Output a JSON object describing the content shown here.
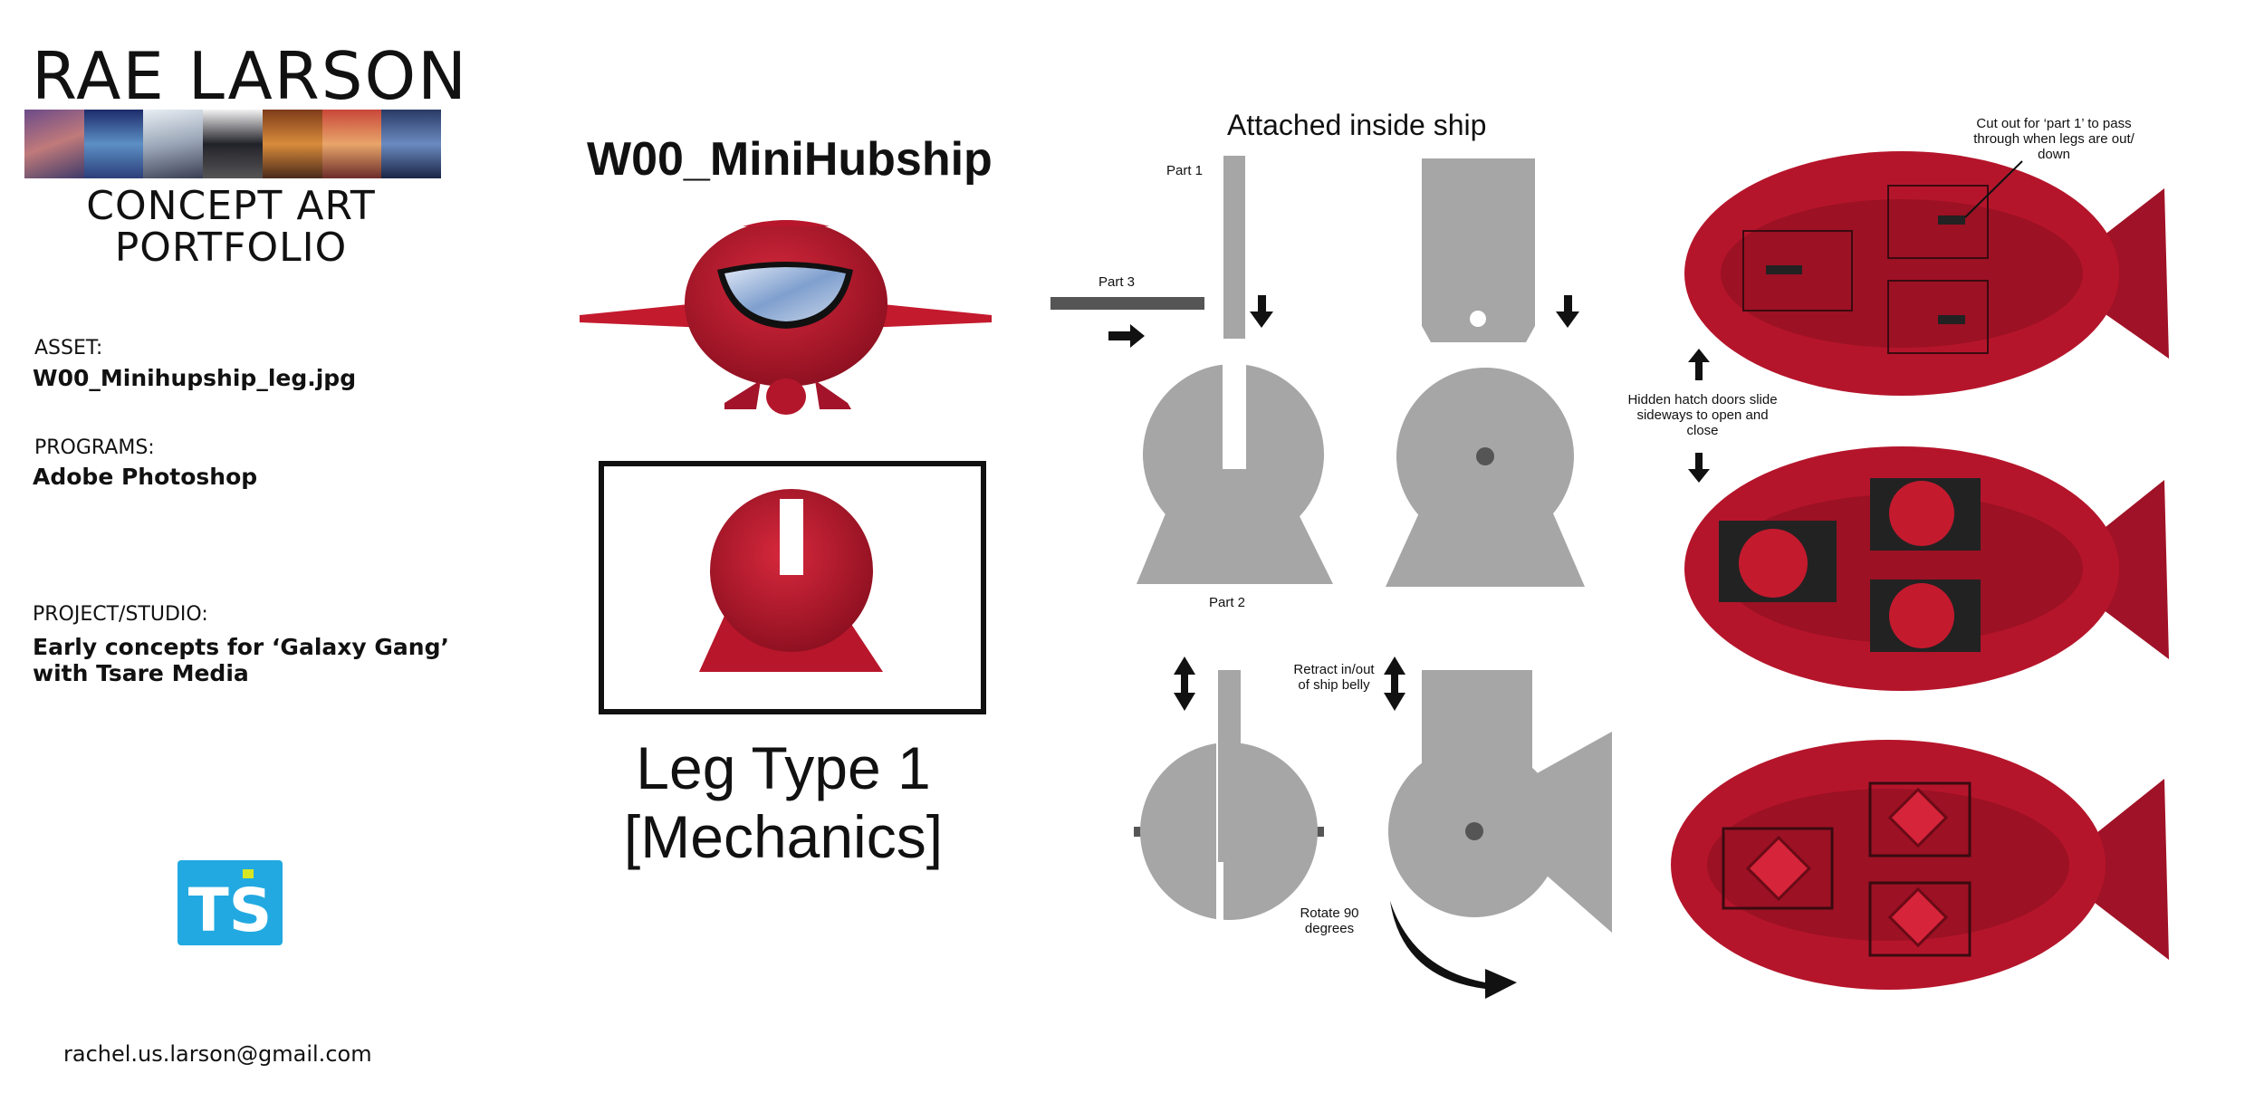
{
  "portfolio": {
    "name": "RAE LARSON",
    "subtitle_line1": "CONCEPT ART",
    "subtitle_line2": "PORTFOLIO",
    "asset_label": "ASSET:",
    "asset_value": "W00_Minihupship_leg.jpg",
    "programs_label": "PROGRAMS:",
    "programs_value": "Adobe Photoshop",
    "project_label": "PROJECT/STUDIO:",
    "project_line1": "Early concepts for ‘Galaxy Gang’",
    "project_line2": "with Tsare Media",
    "logo_text": "TS",
    "email": "rachel.us.larson@gmail.com"
  },
  "sheet": {
    "asset_title": "W00_MiniHubship",
    "leg_type_line1": "Leg Type 1",
    "leg_type_line2": "[Mechanics]"
  },
  "diagram": {
    "heading": "Attached inside ship",
    "part1": "Part 1",
    "part2": "Part 2",
    "part3": "Part 3",
    "retract": [
      "Retract in/out",
      "of ship belly"
    ],
    "rotate": [
      "Rotate 90",
      "degrees"
    ],
    "cutout_note": [
      "Cut out for ‘part 1’ to pass",
      "through when legs are out/",
      "down"
    ],
    "hatch_note": [
      "Hidden hatch doors slide",
      "sideways to open and",
      "close"
    ]
  },
  "colors": {
    "ship_red": "#b5152b",
    "ship_dark": "#7a0d1a",
    "mech_gray": "#a6a6a6",
    "logo_blue": "#22a9e1",
    "logo_accent": "#d7e524"
  }
}
